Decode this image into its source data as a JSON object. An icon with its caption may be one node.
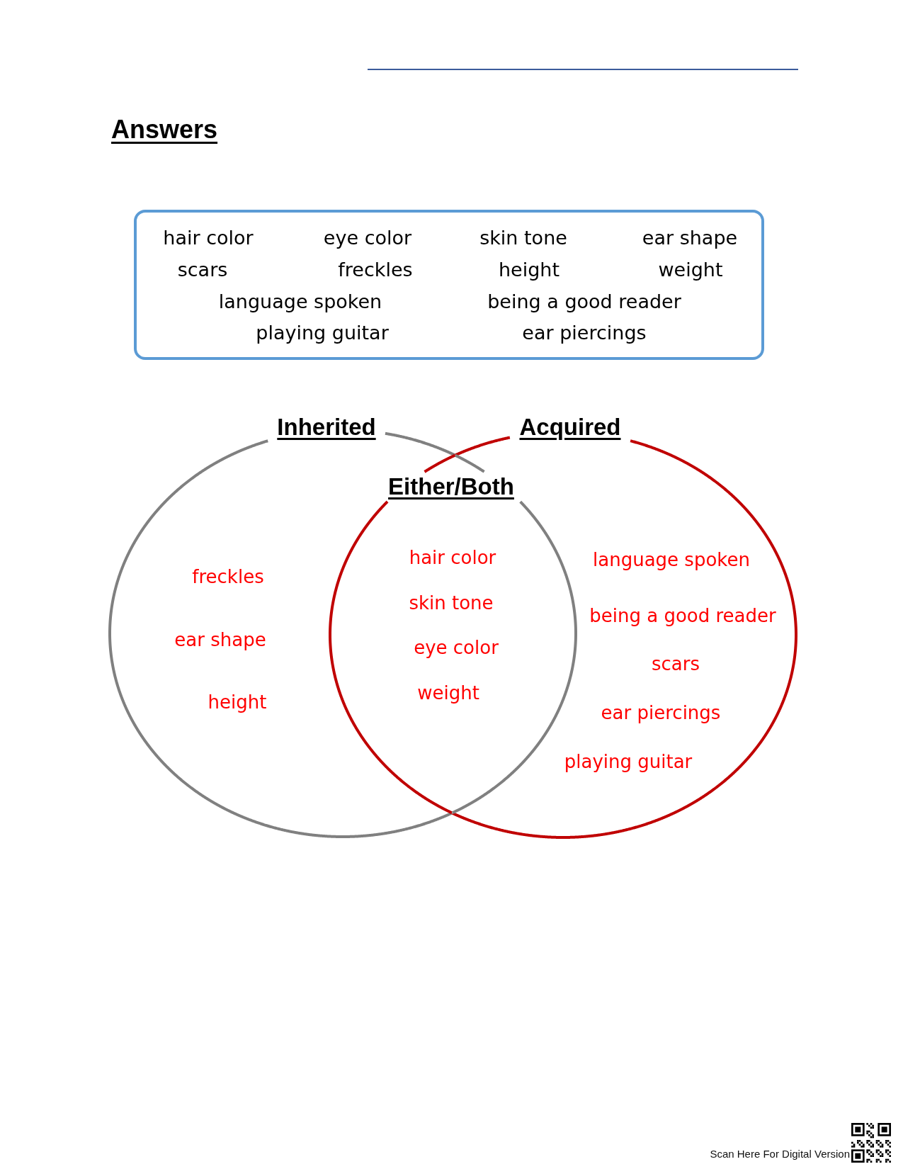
{
  "diagram": {
    "title": "Answers",
    "nodes": [
      {
        "text": [
          "hair color",
          "eye color",
          "skin tone",
          "ear shape",
          "scars",
          "freckles",
          "height",
          "weight",
          "language spoken",
          "being a good reader",
          "playing guitar",
          "ear piercings"
        ]
      },
      {
        "text": [
          "Inherited",
          "freckles",
          "ear shape",
          "height"
        ]
      },
      {
        "text": [
          "Acquired",
          "language spoken",
          "being a good reader",
          "scars",
          "ear piercings",
          "playing guitar"
        ]
      },
      {
        "text": [
          "Either/Both",
          "hair color",
          "skin tone",
          "eye color",
          "weight"
        ]
      }
    ],
    "labels": [
      "Scan Here For Digital Version"
    ]
  }
}
